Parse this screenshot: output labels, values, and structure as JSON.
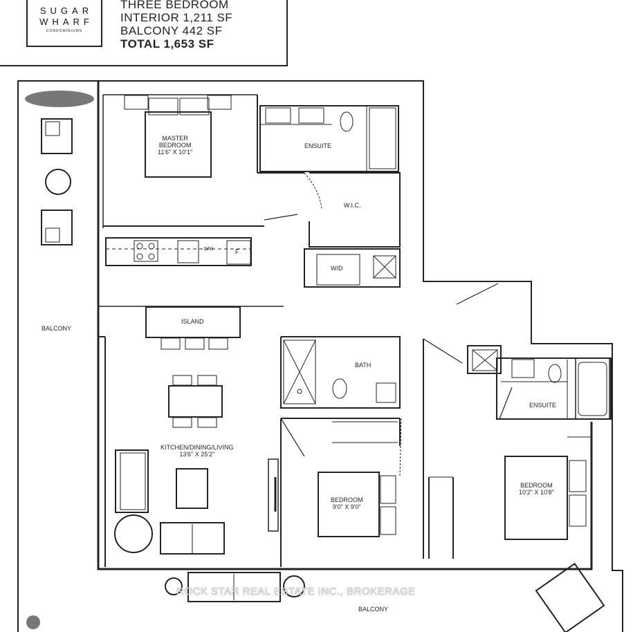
{
  "brand": {
    "line1": "SUGAR",
    "line2": "WHARF",
    "line3": "CONDOMINIUMS"
  },
  "specs": {
    "type": "THREE BEDROOM",
    "interior": "INTERIOR 1,211 SF",
    "balcony": "BALCONY 442 SF",
    "total": "TOTAL 1,653 SF"
  },
  "rooms": {
    "master_name": "MASTER",
    "master_name2": "BEDROOM",
    "master_dim": "11'6\" X 10'1\"",
    "ensuite_top": "ENSUITE",
    "wic": "W.I.C.",
    "dw": "D/W",
    "fridge": "F",
    "wd": "W/D",
    "island": "ISLAND",
    "balcony_west": "BALCONY",
    "bath": "BATH",
    "ensuite_right": "ENSUITE",
    "kdl_name": "KITCHEN/DINING/LIVING",
    "kdl_dim": "13'6\" X 25'2\"",
    "bed2_name": "BEDROOM",
    "bed2_dim": "9'0\" X 9'0\"",
    "bed3_name": "BEDROOM",
    "bed3_dim": "10'2\" X 10'8\"",
    "balcony_south": "BALCONY"
  },
  "watermark": "ROCK STAR REAL ESTATE INC., BROKERAGE"
}
